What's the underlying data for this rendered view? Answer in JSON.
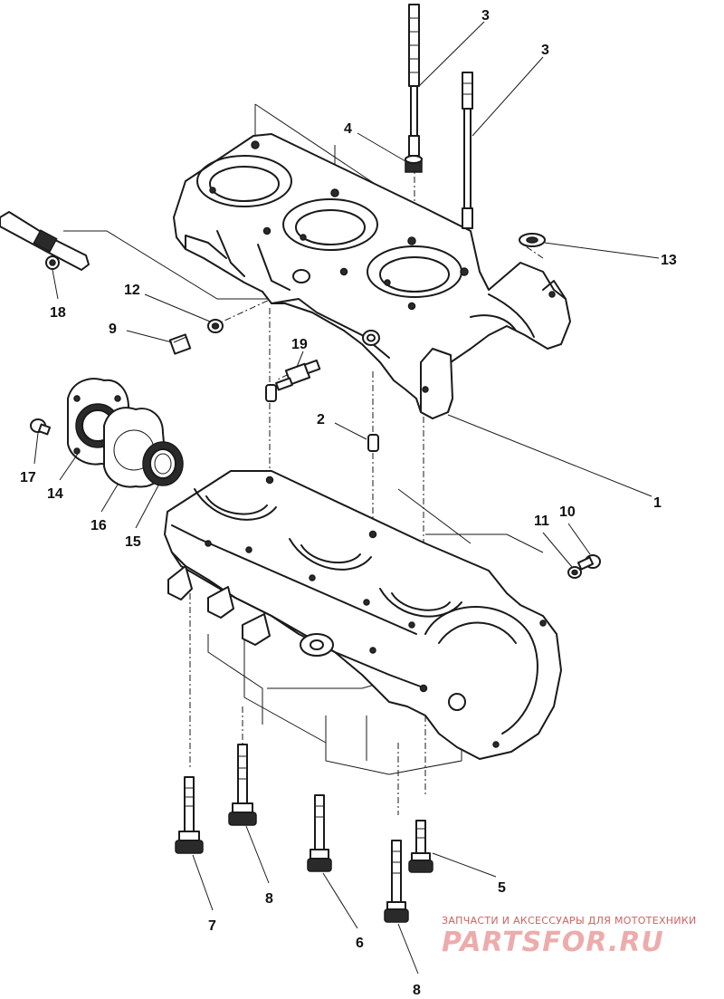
{
  "callouts": [
    {
      "id": "c3a",
      "text": "3"
    },
    {
      "id": "c3b",
      "text": "3"
    },
    {
      "id": "c4",
      "text": "4"
    },
    {
      "id": "c13",
      "text": "13"
    },
    {
      "id": "c12",
      "text": "12"
    },
    {
      "id": "c9",
      "text": "9"
    },
    {
      "id": "c18",
      "text": "18"
    },
    {
      "id": "c19",
      "text": "19"
    },
    {
      "id": "c2",
      "text": "2"
    },
    {
      "id": "c1",
      "text": "1"
    },
    {
      "id": "c17",
      "text": "17"
    },
    {
      "id": "c14",
      "text": "14"
    },
    {
      "id": "c16",
      "text": "16"
    },
    {
      "id": "c15",
      "text": "15"
    },
    {
      "id": "c11",
      "text": "11"
    },
    {
      "id": "c10",
      "text": "10"
    },
    {
      "id": "c7",
      "text": "7"
    },
    {
      "id": "c8a",
      "text": "8"
    },
    {
      "id": "c6",
      "text": "6"
    },
    {
      "id": "c5",
      "text": "5"
    },
    {
      "id": "c8b",
      "text": "8"
    }
  ],
  "watermark": {
    "caption": "ЗАПЧАСТИ И АКСЕССУАРЫ ДЛЯ МОТОТЕХНИКИ",
    "brand": "PARTSFOR.RU"
  },
  "colors": {
    "line": "#1a1a1a",
    "background": "#ffffff",
    "watermark": "#e06a6a"
  }
}
